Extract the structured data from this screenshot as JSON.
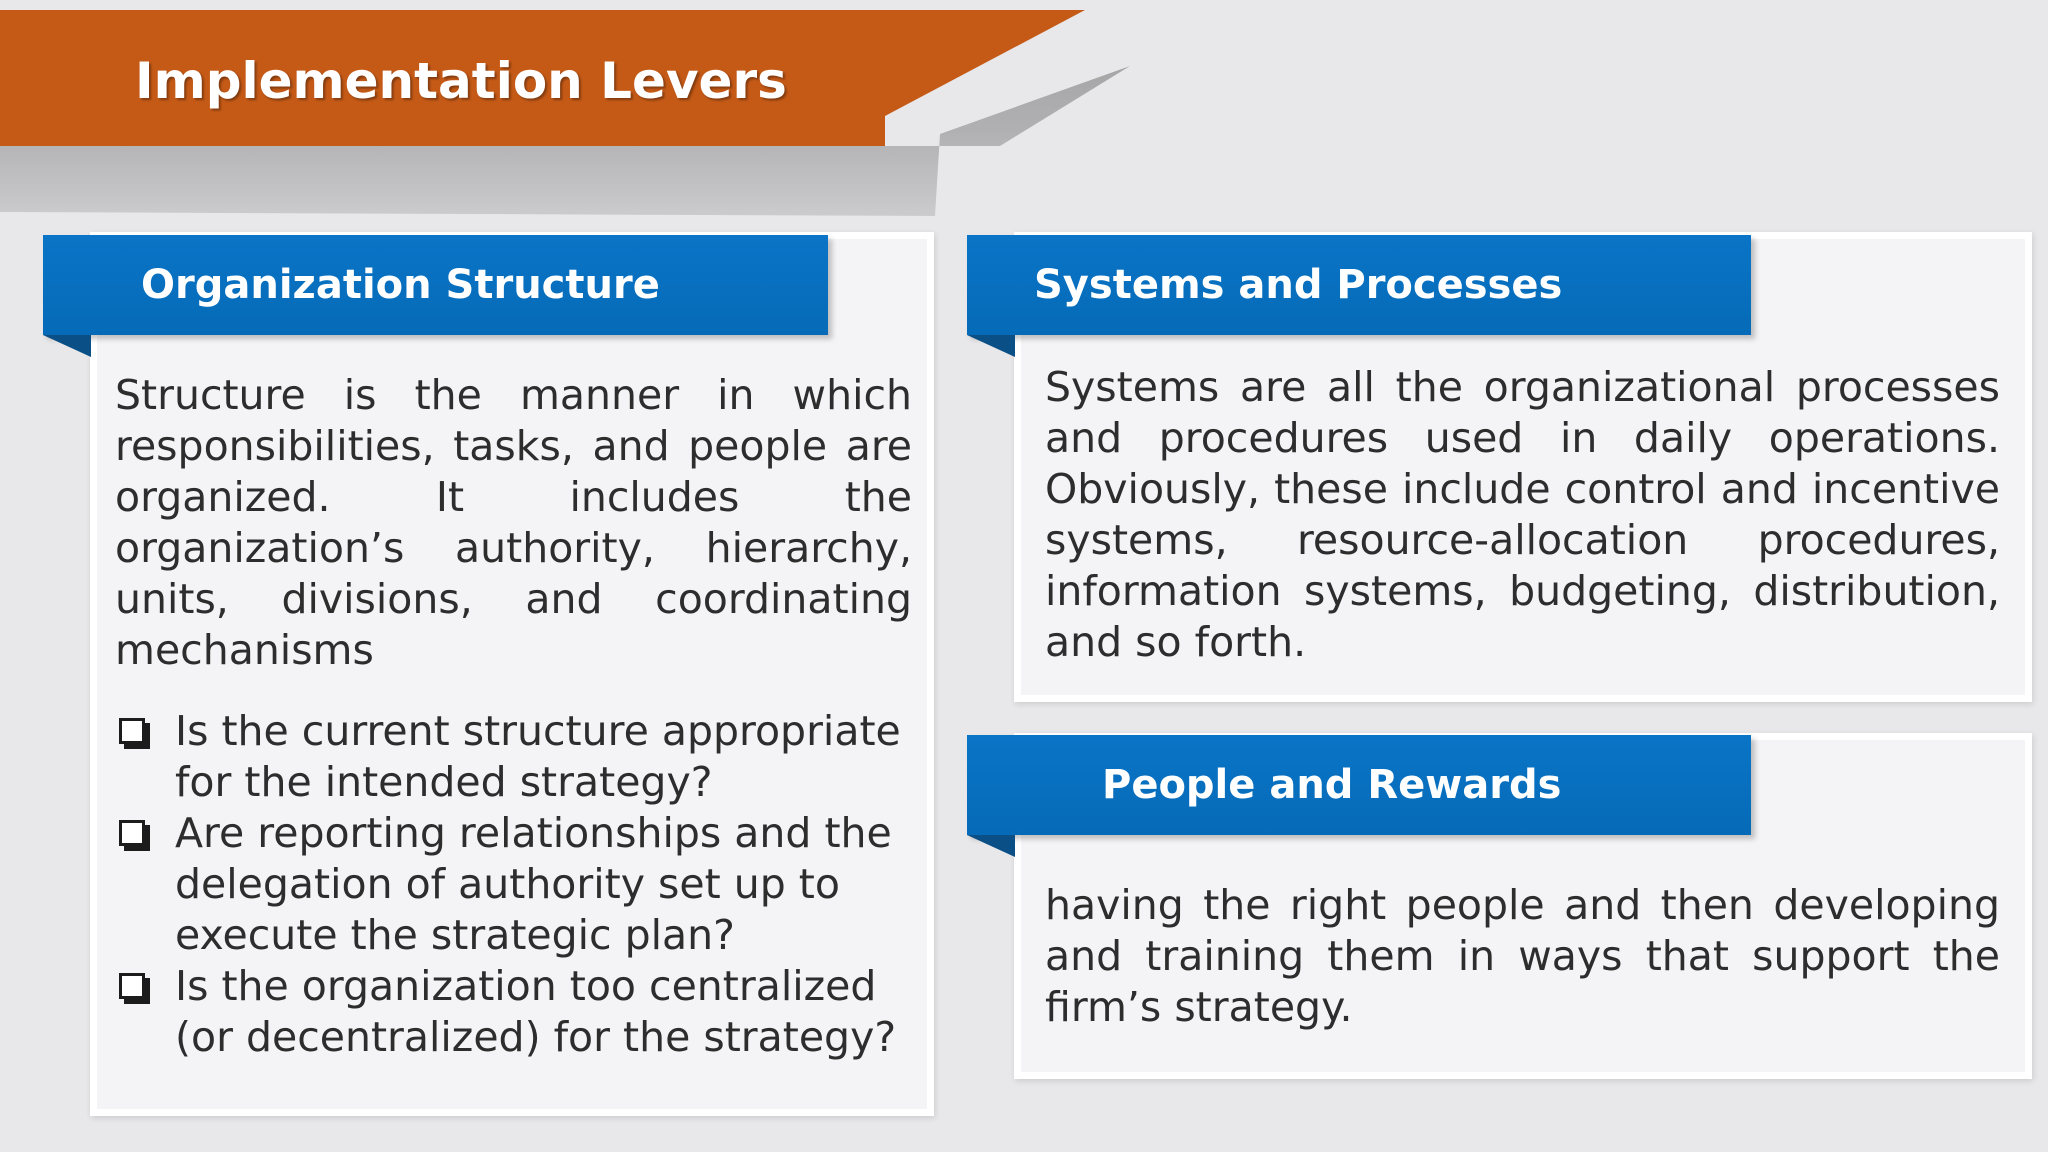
{
  "slide": {
    "title": "Implementation Levers"
  },
  "sections": {
    "organization_structure": {
      "heading": "Organization Structure",
      "description": "Structure is the manner in which responsibilities, tasks, and people are organized. It includes the organization’s authority, hierarchy, units, divisions, and coordinating mechanisms",
      "bullet_icon": "checkbox-icon",
      "questions": [
        "Is the current structure appropriate for the intended strategy?",
        "Are reporting relationships and the delegation of authority set up to execute the strategic plan?",
        "Is the organization too centralized (or decentralized) for the strategy?"
      ]
    },
    "systems_and_processes": {
      "heading": "Systems and Processes",
      "description": "Systems are all the organizational processes and procedures used in daily operations. Obviously, these include control and incentive systems, resource-allocation procedures, information systems, budgeting, distribution, and so forth."
    },
    "people_and_rewards": {
      "heading": "People and Rewards",
      "description": "having the right people and then developing and training them in ways that support the firm’s strategy."
    }
  },
  "colors": {
    "banner": "#c55a17",
    "section_header": "#0b74c6",
    "header_fold": "#0a4f86",
    "panel_background": "#f4f4f6",
    "slide_background": "#e8e8ea",
    "body_text": "#2d2d2d"
  }
}
